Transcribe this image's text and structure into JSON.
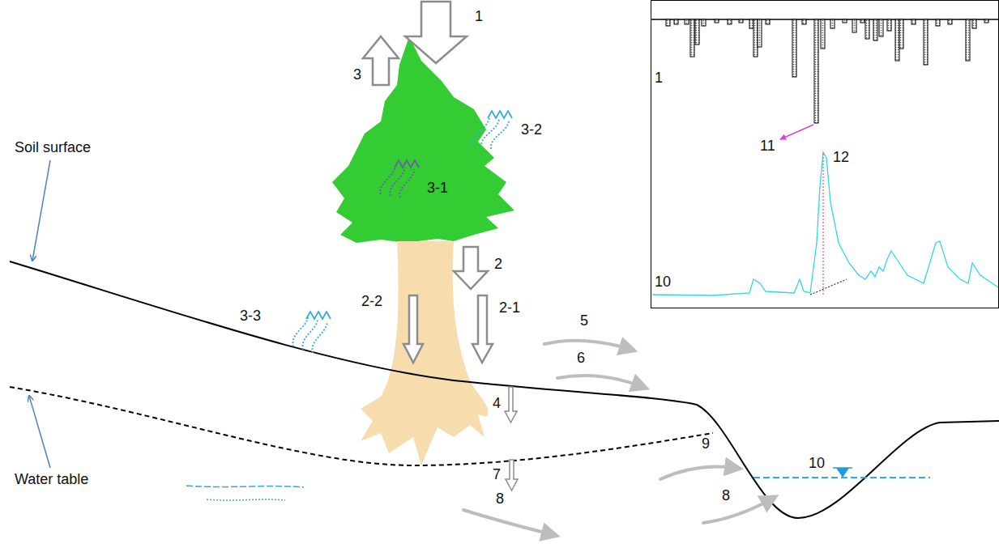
{
  "diagram": {
    "labels": [
      "1",
      "3",
      "3-2",
      "3-1",
      "1",
      "11",
      "12",
      "10",
      "Soil surface",
      "2",
      "2-2",
      "2-1",
      "Water table",
      "3-3",
      "5",
      "4",
      "6",
      "9",
      "10",
      "7",
      "8",
      "8"
    ]
  }
}
